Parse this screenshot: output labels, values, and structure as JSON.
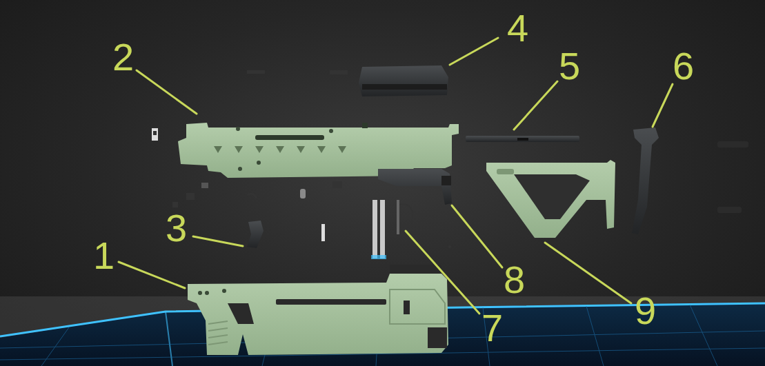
{
  "diagram": {
    "labels": [
      "2",
      "4",
      "5",
      "6",
      "3",
      "1",
      "8",
      "7",
      "9"
    ]
  }
}
